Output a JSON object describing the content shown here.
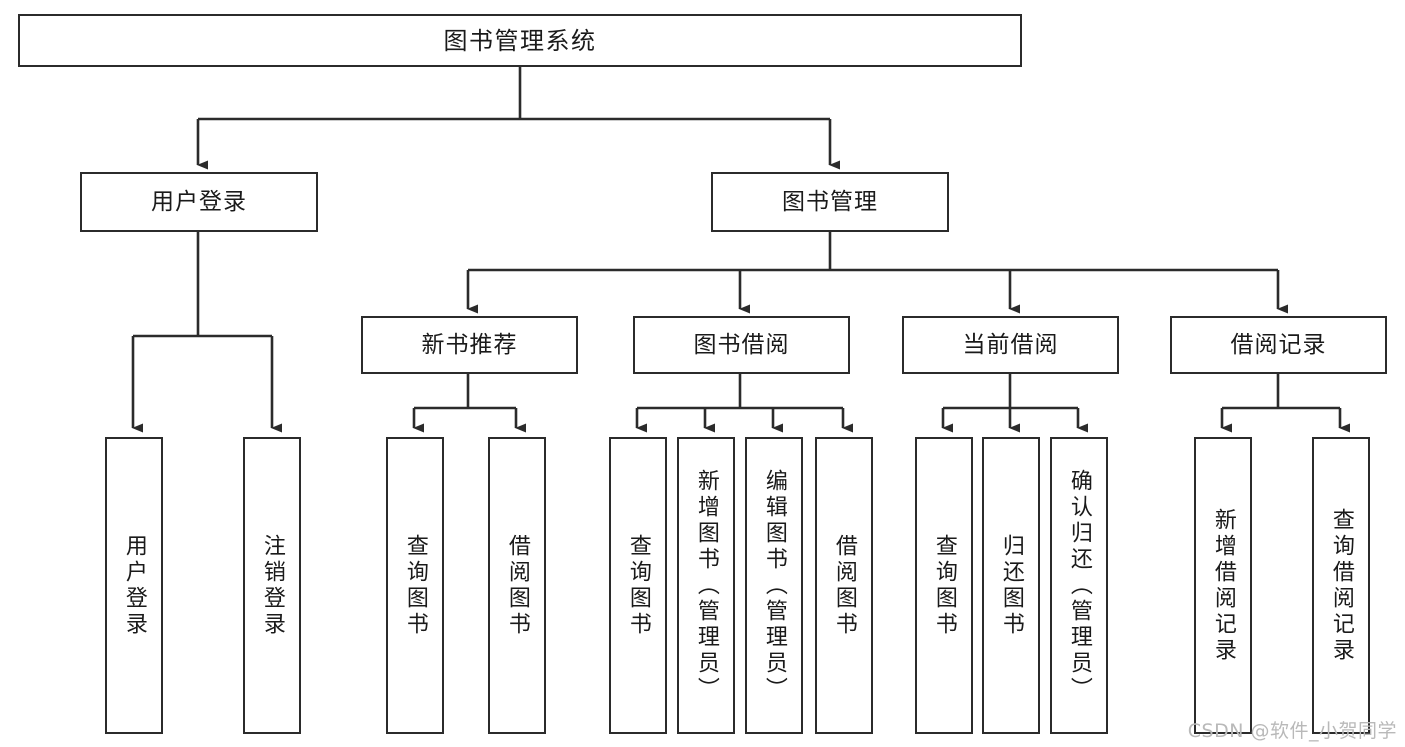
{
  "diagram": {
    "title": "图书管理系统",
    "type": "hierarchy-tree",
    "watermark": "CSDN @软件_小贺同学",
    "colors": {
      "stroke": "#2b2b2b",
      "fill": "#ffffff",
      "text": "#1a1a1a",
      "watermark": "#b9b9b9"
    }
  },
  "nodes": {
    "root": {
      "label": "图书管理系统"
    },
    "level2": [
      {
        "id": "user-login",
        "label": "用户登录"
      },
      {
        "id": "book-manage",
        "label": "图书管理"
      }
    ],
    "level3": [
      {
        "id": "new-book-recommend",
        "label": "新书推荐"
      },
      {
        "id": "book-borrow",
        "label": "图书借阅"
      },
      {
        "id": "current-borrow",
        "label": "当前借阅"
      },
      {
        "id": "borrow-record",
        "label": "借阅记录"
      }
    ],
    "leaves": [
      {
        "id": "leaf-user-login",
        "label": "用户登录"
      },
      {
        "id": "leaf-logout",
        "label": "注销登录"
      },
      {
        "id": "leaf-query-book-1",
        "label": "查询图书"
      },
      {
        "id": "leaf-borrow-book-1",
        "label": "借阅图书"
      },
      {
        "id": "leaf-query-book-2",
        "label": "查询图书"
      },
      {
        "id": "leaf-add-book",
        "label": "新增图书（管理员）"
      },
      {
        "id": "leaf-edit-book",
        "label": "编辑图书（管理员）"
      },
      {
        "id": "leaf-borrow-book-2",
        "label": "借阅图书"
      },
      {
        "id": "leaf-query-book-3",
        "label": "查询图书"
      },
      {
        "id": "leaf-return-book",
        "label": "归还图书"
      },
      {
        "id": "leaf-confirm-return",
        "label": "确认归还（管理员）"
      },
      {
        "id": "leaf-add-record",
        "label": "新增借阅记录"
      },
      {
        "id": "leaf-query-record",
        "label": "查询借阅记录"
      }
    ]
  },
  "edges": [
    {
      "from": "root",
      "to": "user-login"
    },
    {
      "from": "root",
      "to": "book-manage"
    },
    {
      "from": "user-login",
      "to": "leaf-user-login"
    },
    {
      "from": "user-login",
      "to": "leaf-logout"
    },
    {
      "from": "book-manage",
      "to": "new-book-recommend"
    },
    {
      "from": "book-manage",
      "to": "book-borrow"
    },
    {
      "from": "book-manage",
      "to": "current-borrow"
    },
    {
      "from": "book-manage",
      "to": "borrow-record"
    },
    {
      "from": "new-book-recommend",
      "to": "leaf-query-book-1"
    },
    {
      "from": "new-book-recommend",
      "to": "leaf-borrow-book-1"
    },
    {
      "from": "book-borrow",
      "to": "leaf-query-book-2"
    },
    {
      "from": "book-borrow",
      "to": "leaf-add-book"
    },
    {
      "from": "book-borrow",
      "to": "leaf-edit-book"
    },
    {
      "from": "book-borrow",
      "to": "leaf-borrow-book-2"
    },
    {
      "from": "current-borrow",
      "to": "leaf-query-book-3"
    },
    {
      "from": "current-borrow",
      "to": "leaf-return-book"
    },
    {
      "from": "current-borrow",
      "to": "leaf-confirm-return"
    },
    {
      "from": "borrow-record",
      "to": "leaf-add-record"
    },
    {
      "from": "borrow-record",
      "to": "leaf-query-record"
    }
  ]
}
